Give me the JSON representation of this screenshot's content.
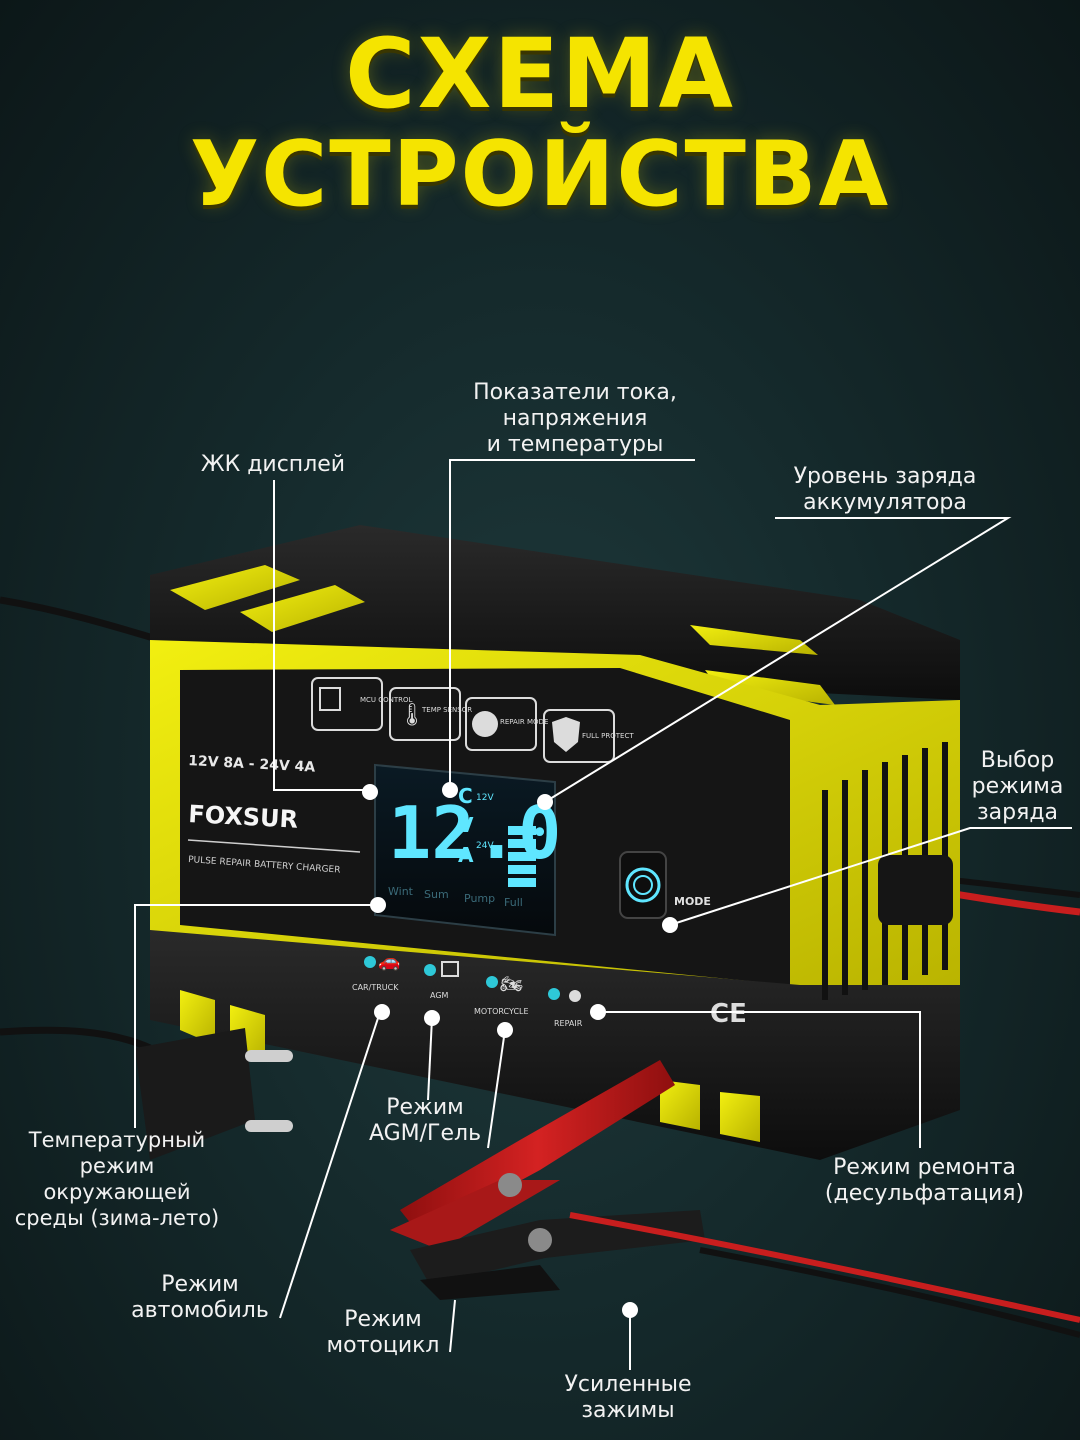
{
  "title": {
    "line1": "СХЕМА",
    "line2": "УСТРОЙСТВА"
  },
  "device": {
    "brand": "FOXSUR",
    "rating": "12V 8A - 24V 4A",
    "subtitle": "PULSE REPAIR BATTERY CHARGER",
    "display_value": "12.0",
    "mode_button": "MODE",
    "ce_mark": "CE",
    "features": [
      {
        "label": "MCU CONTROL"
      },
      {
        "label": "TEMP SENSOR"
      },
      {
        "label": "REPAIR MODE"
      },
      {
        "label": "FULL PROTECT"
      }
    ],
    "modes": [
      {
        "label": "CAR/TRUCK"
      },
      {
        "label": "AGM"
      },
      {
        "label": "MOTORCYCLE"
      },
      {
        "label": "REPAIR"
      }
    ],
    "display_icons": {
      "winter": "Wint",
      "summer": "Sum",
      "pump": "Pump",
      "full": "Full"
    },
    "units": {
      "celsius": "C",
      "volt": "V",
      "amp": "A",
      "v12": "12V",
      "v24": "24V"
    }
  },
  "callouts": {
    "lcd": "ЖК дисплей",
    "indicators": "Показатели тока,\nнапряжения\nи температуры",
    "battery_level": "Уровень заряда\nаккумулятора",
    "mode_select": "Выбор\nрежима\nзаряда",
    "temperature": "Температурный\nрежим\nокружающей\nсреды (зима-лето)",
    "agm": "Режим\nAGM/Гель",
    "repair": "Режим ремонта\n(десульфатация)",
    "car": "Режим\nавтомобиль",
    "moto": "Режим\nмотоцикл",
    "clamps": "Усиленные\nзажимы"
  },
  "colors": {
    "accent_yellow": "#f5e400",
    "device_yellow": "#e3e000",
    "device_black": "#141414",
    "lcd_cyan": "#5fe6ff",
    "clamp_red": "#c81e1e"
  }
}
